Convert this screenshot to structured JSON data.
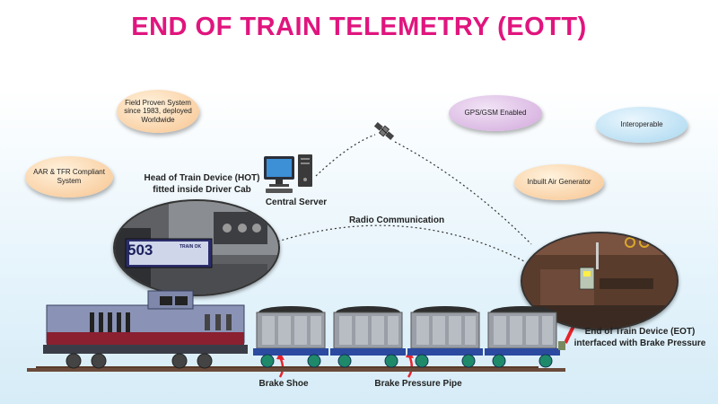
{
  "title": "END OF TRAIN TELEMETRY (EOTT)",
  "bubbles": {
    "field_proven": "Field Proven System since 1983, deployed Worldwide",
    "aar_tfr": "AAR & TFR Compliant System",
    "gps_gsm": "GPS/GSM Enabled",
    "interoperable": "Interoperable",
    "air_generator": "Inbuilt Air Generator"
  },
  "labels": {
    "hot_line1": "Head of Train Device (HOT)",
    "hot_line2": "fitted inside Driver Cab",
    "central_server": "Central Server",
    "radio": "Radio Communication",
    "eot_line1": "End of Train Device (EOT)",
    "eot_line2": "interfaced with Brake Pressure",
    "brake_shoe": "Brake Shoe",
    "brake_pipe": "Brake Pressure Pipe"
  },
  "display": {
    "main": "503",
    "tag": "TRAIN OK"
  },
  "colors": {
    "title": "#e0157e",
    "arrow": "#e8232b",
    "wagon": "#9a9ea6",
    "loco": "#8a93b5"
  }
}
